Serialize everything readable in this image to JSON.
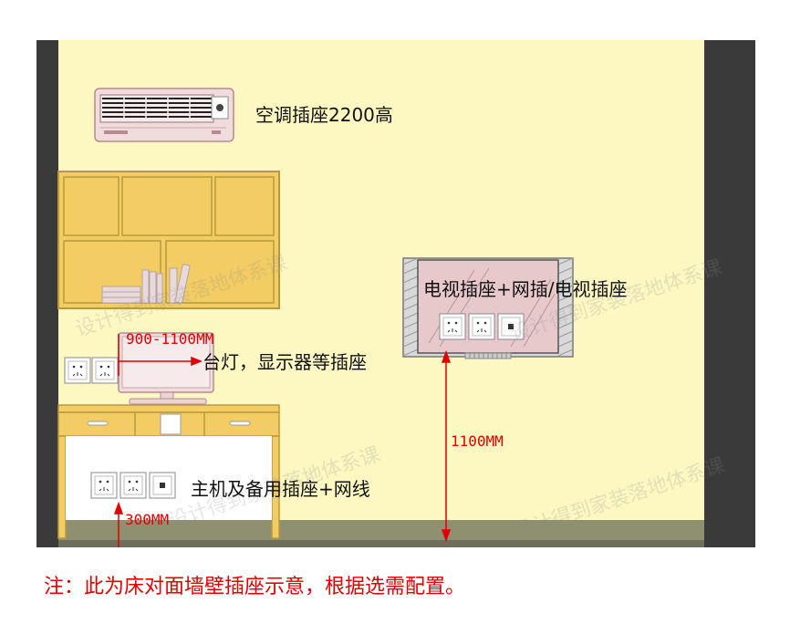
{
  "labels": {
    "ac_socket": "空调插座2200高",
    "tv_socket": "电视插座+网插/电视插座",
    "lamp_socket": "台灯，显示器等插座",
    "host_socket": "主机及备用插座+网线",
    "dim_900_1100": "900-1100MM",
    "dim_1100": "1100MM",
    "dim_300": "300MM",
    "note": "注：此为床对面墙壁插座示意，根据选需配置。",
    "watermark": "设计得到家装落地体系课"
  },
  "colors": {
    "wall": "#fdf8c2",
    "side_column": "#3a3a3a",
    "floor": "#8e9070",
    "cabinet": "#f3cd63",
    "cabinet_edge": "#b89a3c",
    "tv_frame": "#e7c9cc",
    "dimension_red": "#e00000"
  },
  "icons": [
    "air-conditioner-icon",
    "bookshelf-icon",
    "monitor-icon",
    "desk-icon",
    "tv-icon",
    "socket-icon",
    "network-socket-icon"
  ]
}
